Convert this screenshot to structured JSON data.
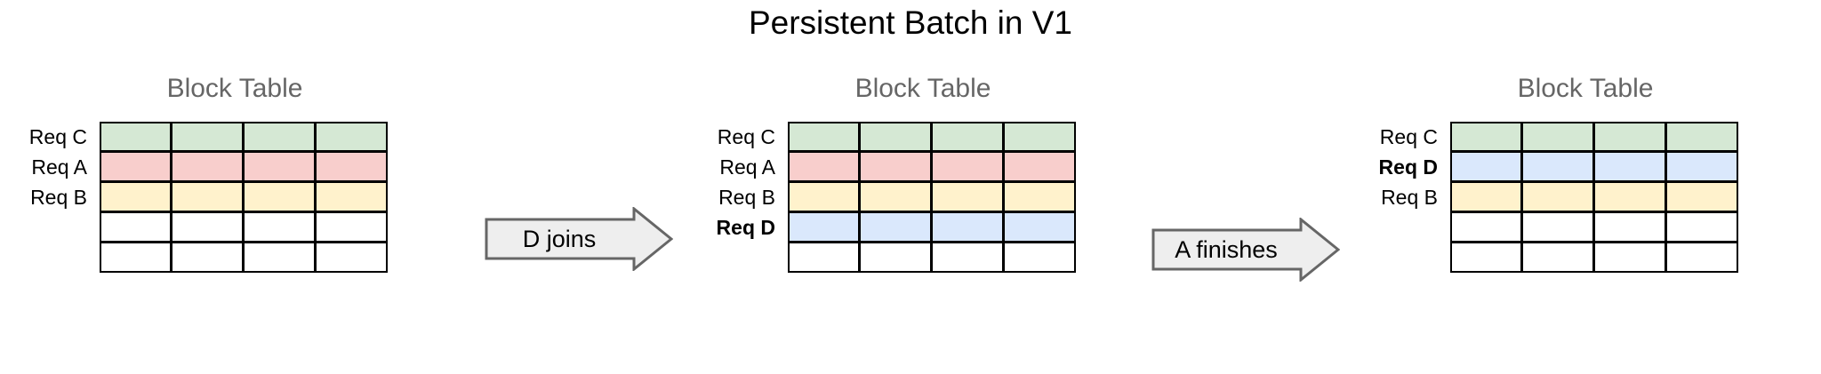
{
  "title": "Persistent Batch in V1",
  "palette": {
    "green": "#d5e8d4",
    "red": "#f8cecc",
    "yellow": "#fff2cc",
    "blue": "#dae8fc",
    "empty": "#ffffff",
    "cell_border": "#000000",
    "panel_title": "#666666",
    "arrow_fill": "#eeeeee",
    "arrow_stroke": "#666666"
  },
  "panels": [
    {
      "title": "Block Table",
      "rows": [
        {
          "label": "Req C",
          "bold": false,
          "color": "#d5e8d4",
          "cells": 4
        },
        {
          "label": "Req A",
          "bold": false,
          "color": "#f8cecc",
          "cells": 4
        },
        {
          "label": "Req B",
          "bold": false,
          "color": "#fff2cc",
          "cells": 4
        },
        {
          "label": "",
          "bold": false,
          "color": "#ffffff",
          "cells": 4
        },
        {
          "label": "",
          "bold": false,
          "color": "#ffffff",
          "cells": 4
        }
      ]
    },
    {
      "title": "Block Table",
      "rows": [
        {
          "label": "Req C",
          "bold": false,
          "color": "#d5e8d4",
          "cells": 4
        },
        {
          "label": "Req A",
          "bold": false,
          "color": "#f8cecc",
          "cells": 4
        },
        {
          "label": "Req B",
          "bold": false,
          "color": "#fff2cc",
          "cells": 4
        },
        {
          "label": "Req D",
          "bold": true,
          "color": "#dae8fc",
          "cells": 4
        },
        {
          "label": "",
          "bold": false,
          "color": "#ffffff",
          "cells": 4
        }
      ]
    },
    {
      "title": "Block Table",
      "rows": [
        {
          "label": "Req C",
          "bold": false,
          "color": "#d5e8d4",
          "cells": 4
        },
        {
          "label": "Req D",
          "bold": true,
          "color": "#dae8fc",
          "cells": 4
        },
        {
          "label": "Req B",
          "bold": false,
          "color": "#fff2cc",
          "cells": 4
        },
        {
          "label": "",
          "bold": false,
          "color": "#ffffff",
          "cells": 4
        },
        {
          "label": "",
          "bold": false,
          "color": "#ffffff",
          "cells": 4
        }
      ]
    }
  ],
  "arrows": [
    {
      "label": "D joins"
    },
    {
      "label": "A finishes"
    }
  ]
}
